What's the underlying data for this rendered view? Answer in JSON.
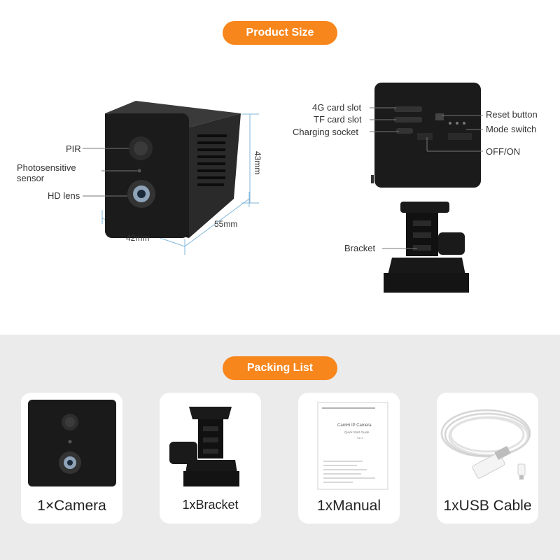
{
  "product_size": {
    "title": "Product Size",
    "front_labels": {
      "pir": "PIR",
      "photosensitive_line1": "Photosensitive",
      "photosensitive_line2": "sensor",
      "hd_lens": "HD lens"
    },
    "dimensions": {
      "height": "43mm",
      "width": "42mm",
      "depth": "55mm"
    },
    "back_labels": {
      "slot_4g": "4G card slot",
      "slot_tf": "TF card slot",
      "charging_socket": "Charging socket",
      "reset_button": "Reset button",
      "mode_switch": "Mode switch",
      "off_on": "OFF/ON",
      "bracket": "Bracket"
    }
  },
  "packing_list": {
    "title": "Packing List",
    "items": [
      {
        "label": "1×Camera"
      },
      {
        "label": "1xBracket"
      },
      {
        "label": "1xManual"
      },
      {
        "label": "1xUSB Cable"
      }
    ],
    "manual": {
      "title": "CamHi IP Camera",
      "subtitle": "Quick Start Guide",
      "version": "V2.1"
    }
  },
  "colors": {
    "accent": "#f7861c",
    "device": "#1a1a1a",
    "panel": "#ebebeb",
    "dimension_line": "#7fb6d8"
  }
}
